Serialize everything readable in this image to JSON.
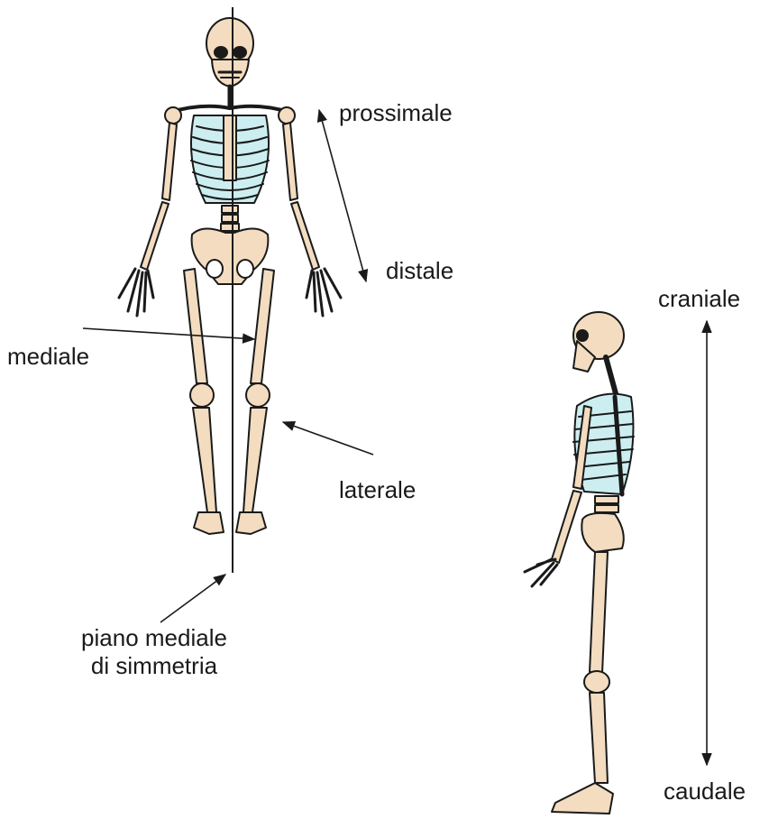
{
  "labels": {
    "prossimale": "prossimale",
    "distale": "distale",
    "mediale": "mediale",
    "laterale": "laterale",
    "piano_line1": "piano mediale",
    "piano_line2": "di simmetria",
    "craniale": "craniale",
    "caudale": "caudale"
  },
  "colors": {
    "bone": "#f3dcc0",
    "ribs": "#cdeef0",
    "ink": "#1a1a1a"
  }
}
